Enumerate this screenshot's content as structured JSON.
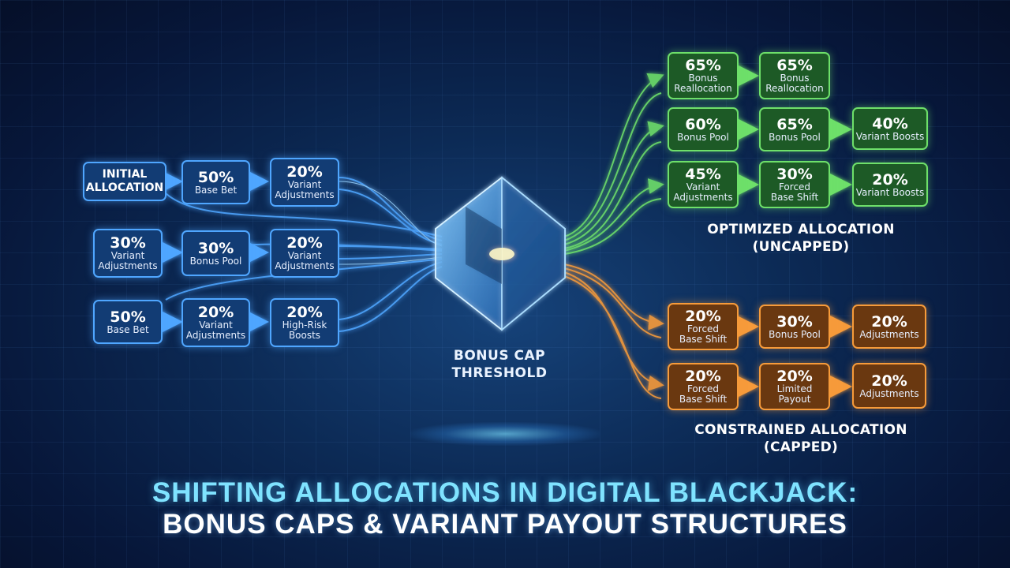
{
  "title": {
    "line1": "SHIFTING ALLOCATIONS IN DIGITAL BLACKJACK:",
    "line2": "BONUS CAPS & VARIANT PAYOUT STRUCTURES"
  },
  "center": {
    "label_line1": "BONUS CAP",
    "label_line2": "THRESHOLD"
  },
  "colors": {
    "input": "#4fa6ff",
    "uncapped": "#6ee06a",
    "capped": "#f79b3a"
  },
  "inputs": {
    "header": {
      "line1": "INITIAL",
      "line2": "ALLOCATION"
    },
    "row1": [
      {
        "pct": "50%",
        "label_line1": "Base Bet",
        "label_line2": ""
      },
      {
        "pct": "20%",
        "label_line1": "Variant",
        "label_line2": "Adjustments"
      }
    ],
    "row2": [
      {
        "pct": "30%",
        "label_line1": "Variant",
        "label_line2": "Adjustments"
      },
      {
        "pct": "30%",
        "label_line1": "Bonus Pool",
        "label_line2": ""
      },
      {
        "pct": "20%",
        "label_line1": "Variant",
        "label_line2": "Adjustments"
      }
    ],
    "row3": [
      {
        "pct": "50%",
        "label_line1": "Base Bet",
        "label_line2": ""
      },
      {
        "pct": "20%",
        "label_line1": "Variant",
        "label_line2": "Adjustments"
      },
      {
        "pct": "20%",
        "label_line1": "High-Risk",
        "label_line2": "Boosts"
      }
    ]
  },
  "uncapped": {
    "label_line1": "OPTIMIZED ALLOCATION",
    "label_line2": "(UNCAPPED)",
    "row1": [
      {
        "pct": "65%",
        "label_line1": "Bonus",
        "label_line2": "Reallocation"
      },
      {
        "pct": "65%",
        "label_line1": "Bonus",
        "label_line2": "Reallocation"
      }
    ],
    "row2": [
      {
        "pct": "60%",
        "label_line1": "Bonus Pool",
        "label_line2": ""
      },
      {
        "pct": "65%",
        "label_line1": "Bonus Pool",
        "label_line2": ""
      },
      {
        "pct": "40%",
        "label_line1": "Variant Boosts",
        "label_line2": ""
      }
    ],
    "row3": [
      {
        "pct": "45%",
        "label_line1": "Variant",
        "label_line2": "Adjustments"
      },
      {
        "pct": "30%",
        "label_line1": "Forced",
        "label_line2": "Base Shift"
      },
      {
        "pct": "20%",
        "label_line1": "Variant Boosts",
        "label_line2": ""
      }
    ]
  },
  "capped": {
    "label_line1": "CONSTRAINED ALLOCATION",
    "label_line2": "(CAPPED)",
    "row1": [
      {
        "pct": "20%",
        "label_line1": "Forced",
        "label_line2": "Base Shift"
      },
      {
        "pct": "30%",
        "label_line1": "Bonus Pool",
        "label_line2": ""
      },
      {
        "pct": "20%",
        "label_line1": "Adjustments",
        "label_line2": ""
      }
    ],
    "row2": [
      {
        "pct": "20%",
        "label_line1": "Forced",
        "label_line2": "Base Shift"
      },
      {
        "pct": "20%",
        "label_line1": "Limited",
        "label_line2": "Payout"
      },
      {
        "pct": "20%",
        "label_line1": "Adjustments",
        "label_line2": ""
      }
    ]
  }
}
